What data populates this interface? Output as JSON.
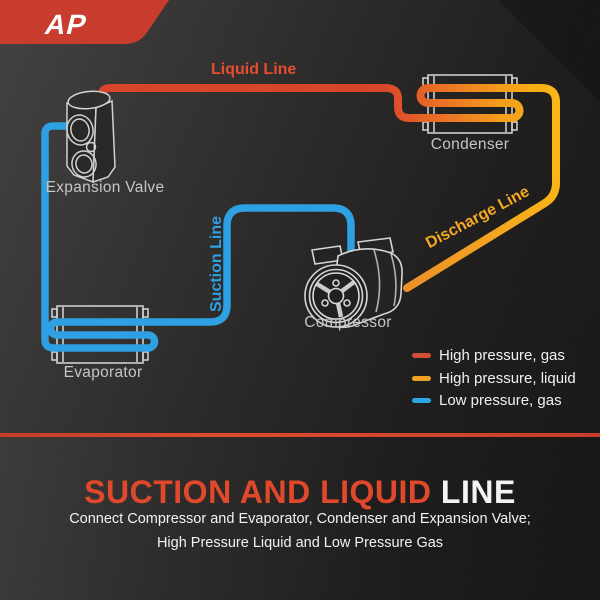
{
  "brand": {
    "logo_text": "AP",
    "ribbon_color": "#c9392a"
  },
  "diagram": {
    "lines": {
      "liquid": "Liquid Line",
      "suction": "Suction Line",
      "discharge": "Discharge Line"
    },
    "components": {
      "expansion_valve": "Expansion Valve",
      "condenser": "Condenser",
      "evaporator": "Evaporator",
      "compressor": "Compressor"
    },
    "colors": {
      "high_pressure_line_red": "#da4127",
      "high_pressure_line_yellow": "#fdb711",
      "low_pressure_line_blue": "#2aa0e4"
    }
  },
  "legend": {
    "items": [
      {
        "color": "#d24b32",
        "label": "High pressure, gas"
      },
      {
        "color": "#f0a21f",
        "label": "High pressure, liquid"
      },
      {
        "color": "#2aa5e6",
        "label": "Low pressure, gas"
      }
    ]
  },
  "footer": {
    "title_red": "SUCTION AND LIQUID",
    "title_white": "LINE",
    "subtitle_line1": "Connect Compressor and Evaporator, Condenser and Expansion Valve;",
    "subtitle_line2": "High Pressure Liquid and Low Pressure Gas"
  }
}
